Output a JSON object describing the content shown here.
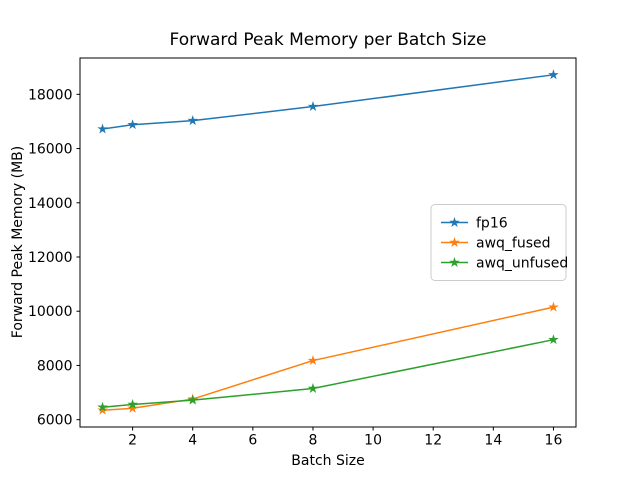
{
  "chart_data": {
    "type": "line",
    "title": "Forward Peak Memory per Batch Size",
    "xlabel": "Batch Size",
    "ylabel": "Forward Peak Memory (MB)",
    "x": [
      1,
      2,
      4,
      8,
      16
    ],
    "series": [
      {
        "name": "fp16",
        "color": "#1f77b4",
        "marker": "star",
        "values": [
          16720,
          16880,
          17030,
          17550,
          18720
        ]
      },
      {
        "name": "awq_fused",
        "color": "#ff7f0e",
        "marker": "star",
        "values": [
          6350,
          6420,
          6760,
          8180,
          10150
        ]
      },
      {
        "name": "awq_unfused",
        "color": "#2ca02c",
        "marker": "star",
        "values": [
          6460,
          6560,
          6720,
          7150,
          8950
        ]
      }
    ],
    "xticks": [
      2,
      4,
      6,
      8,
      10,
      12,
      14,
      16
    ],
    "yticks": [
      6000,
      8000,
      10000,
      12000,
      14000,
      16000,
      18000
    ],
    "xlim": [
      0.25,
      16.75
    ],
    "ylim": [
      5730,
      19340
    ],
    "grid": false,
    "legend_position": "center right",
    "axes_color": "#000000",
    "legend_border_color": "#cccccc",
    "background_color": "#ffffff"
  }
}
